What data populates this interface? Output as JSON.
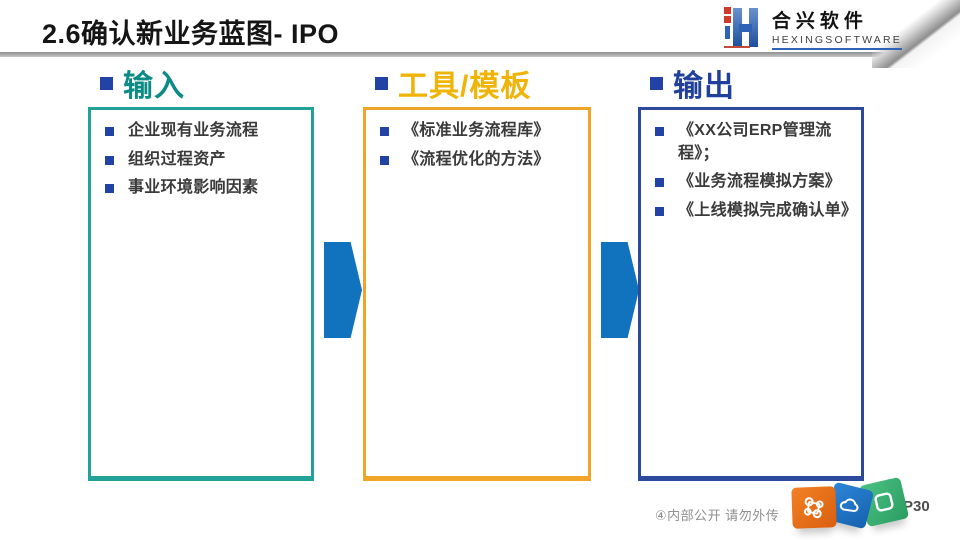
{
  "header": {
    "title": "2.6确认新业务蓝图- IPO"
  },
  "brand": {
    "name_cn": "合兴软件",
    "name_en": "HEXINGSOFTWARE"
  },
  "columns": [
    {
      "header": "输入",
      "accent_color": "#0B8B85",
      "border_color": "#23A29A",
      "items": [
        "企业现有业务流程",
        "组织过程资产",
        "事业环境影响因素"
      ]
    },
    {
      "header": "工具/模板",
      "accent_color": "#F0B409",
      "border_color": "#F0A428",
      "items": [
        "《标准业务流程库》",
        "《流程优化的方法》"
      ]
    },
    {
      "header": "输出",
      "accent_color": "#20409B",
      "border_color": "#2B4A9B",
      "items": [
        "《XX公司ERP管理流程》；",
        "《业务流程模拟方案》",
        "《上线模拟完成确认单》"
      ]
    }
  ],
  "footer": {
    "note": "④内部公开 请勿外传",
    "page": "P30"
  },
  "colors": {
    "arrow_blue": "#1173BE",
    "bullet_blue": "#2243A5",
    "title_text": "#151515",
    "body_text": "#3A3A3A",
    "header_bar_gray": "#8F8F8F",
    "cube_orange": "#E9731E",
    "cube_blue": "#1E6FC0",
    "cube_green": "#3FB878"
  }
}
